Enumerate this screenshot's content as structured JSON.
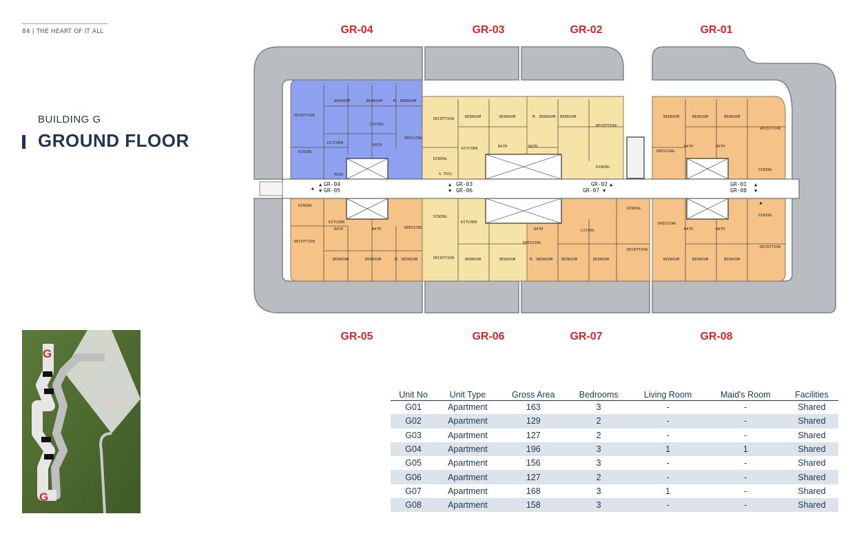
{
  "header": {
    "page_ref": "84 | THE HEART OF IT ALL"
  },
  "titles": {
    "building": "BUILDING G",
    "floor": "GROUND FLOOR"
  },
  "unit_labels_top": [
    "GR-04",
    "GR-03",
    "GR-02",
    "GR-01"
  ],
  "unit_labels_bottom": [
    "GR-05",
    "GR-06",
    "GR-07",
    "GR-08"
  ],
  "plan": {
    "corridor_labels": [
      "GR-04",
      "GR-05",
      "GR-03",
      "GR-06",
      "GR-02",
      "GR-07",
      "GR-01",
      "GR-08"
    ],
    "room_labels": {
      "reception": "RECEPTION",
      "bedroom": "BEDROOM",
      "m_bedroom": "M. BEDROOM",
      "living": "LIVING",
      "dining": "DINING",
      "kitchen": "KITCHEN",
      "bath": "BATH",
      "dressing": "DRESSING",
      "maid": "MAID",
      "g_toil": "G-TOIL"
    }
  },
  "sitemap": {
    "markers": [
      "G",
      "H",
      "G"
    ]
  },
  "colors": {
    "title": "#1f3550",
    "unit_label_red": "#d7262e",
    "unit_blue": "#8ea0f0",
    "unit_cream": "#f6e3a8",
    "unit_orange": "#f5c287",
    "terrace_gray": "#b9bdc2",
    "table_alt_row": "#dde3ea"
  },
  "table": {
    "headers": [
      "Unit No",
      "Unit Type",
      "Gross Area",
      "Bedrooms",
      "Living Room",
      "Maid's Room",
      "Facilities"
    ],
    "rows": [
      [
        "G01",
        "Apartment",
        "163",
        "3",
        "-",
        "-",
        "Shared"
      ],
      [
        "G02",
        "Apartment",
        "129",
        "2",
        "-",
        "-",
        "Shared"
      ],
      [
        "G03",
        "Apartment",
        "127",
        "2",
        "-",
        "-",
        "Shared"
      ],
      [
        "G04",
        "Apartment",
        "196",
        "3",
        "1",
        "1",
        "Shared"
      ],
      [
        "G05",
        "Apartment",
        "156",
        "3",
        "-",
        "-",
        "Shared"
      ],
      [
        "G06",
        "Apartment",
        "127",
        "2",
        "-",
        "-",
        "Shared"
      ],
      [
        "G07",
        "Apartment",
        "168",
        "3",
        "1",
        "-",
        "Shared"
      ],
      [
        "G08",
        "Apartment",
        "158",
        "3",
        "-",
        "-",
        "Shared"
      ]
    ]
  }
}
